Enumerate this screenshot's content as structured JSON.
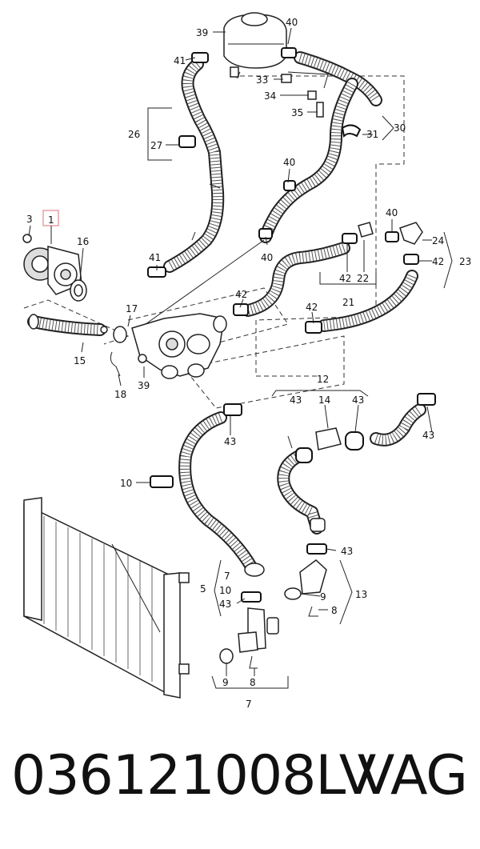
{
  "callouts": {
    "c1": "1",
    "c3": "3",
    "c16": "16",
    "c15": "15",
    "c17": "17",
    "c18": "18",
    "c39a": "39",
    "c39b": "39",
    "c40a": "40",
    "c41a": "41",
    "c33": "33",
    "c34": "34",
    "c35": "35",
    "c26": "26",
    "c27": "27",
    "c30": "30",
    "c31": "31",
    "c40b": "40",
    "c40c": "40",
    "c41b": "41",
    "c40d": "40",
    "c24": "24",
    "c42a": "42",
    "c23": "23",
    "c42b": "42",
    "c22": "22",
    "c21": "21",
    "c42c": "42",
    "c42d": "42",
    "c12": "12",
    "c43a": "43",
    "c14": "14",
    "c43b": "43",
    "c43c": "43",
    "c43d": "43",
    "c10a": "10",
    "c43e": "43",
    "c13": "13",
    "c9a": "9",
    "c8a": "8",
    "c7a": "7",
    "c5": "5",
    "c10b": "10",
    "c43f": "43",
    "c9b": "9",
    "c8b": "8",
    "c7b": "7"
  },
  "footer": {
    "part_number": "036121008LV",
    "brand": "VAG"
  },
  "colors": {
    "highlight_box": "#e8a0a8",
    "line": "#222222"
  }
}
